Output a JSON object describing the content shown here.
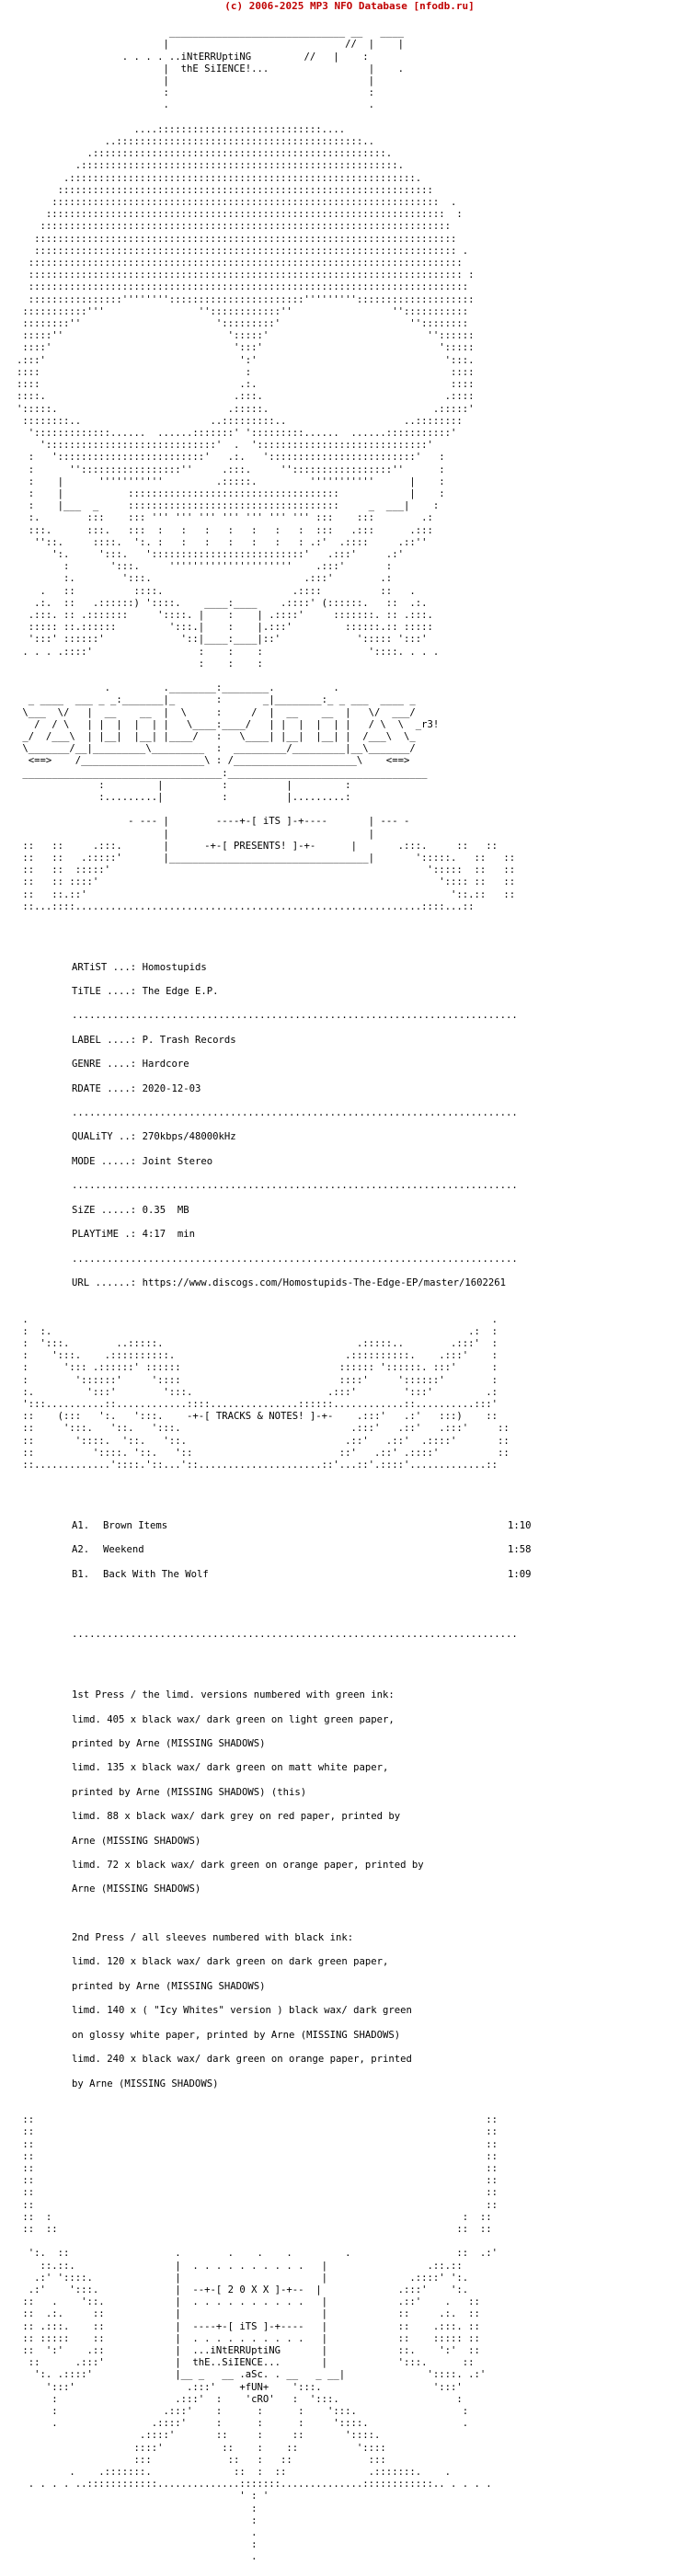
{
  "site": {
    "header": "(c) 2006-2025 MP3 NFO Database [nfodb.ru]"
  },
  "group": {
    "name_top": "..iNtERRUptiNG",
    "name_bottom": "thE SiIENCE!...",
    "footer_name_top": "...iNtERRUptiNG",
    "footer_name_bottom": "thE..SiIENCE...",
    "tags": [
      "aSc.",
      "+fUN+",
      "cRO"
    ]
  },
  "banner_tag": "_r3!",
  "labels": {
    "its": "iTS",
    "presents": "PRESENTS!",
    "tracks_notes": "TRACKS & NOTES!",
    "year": "2 0 X X"
  },
  "release": {
    "artist_label": "ARTiST ...:",
    "artist": "Homostupids",
    "title_label": "TiTLE ....:",
    "title": "The Edge E.P.",
    "label_label": "LABEL ....:",
    "label": "P. Trash Records",
    "genre_label": "GENRE ....:",
    "genre": "Hardcore",
    "rdate_label": "RDATE ....:",
    "rdate": "2020-12-03",
    "quality_label": "QUALiTY ..:",
    "quality": "270kbps/48000kHz",
    "mode_label": "MODE .....:",
    "mode": "Joint Stereo",
    "size_label": "SiZE .....:",
    "size": "0.35  MB",
    "playtime_label": "PLAYTiME .:",
    "playtime": "4:17  min",
    "url_label": "URL ......:",
    "url": "https://www.discogs.com/Homostupids-The-Edge-EP/master/1602261"
  },
  "tracks": [
    {
      "num": "A1.",
      "name": "Brown Items",
      "duration": "1:10"
    },
    {
      "num": "A2.",
      "name": "Weekend",
      "duration": "1:58"
    },
    {
      "num": "B1.",
      "name": "Back With The Wolf",
      "duration": "1:09"
    }
  ],
  "notes": {
    "first_press": [
      "1st Press / the limd. versions numbered with green ink:",
      "limd. 405 x black wax/ dark green on light green paper,",
      "printed by Arne (MISSING SHADOWS)",
      "limd. 135 x black wax/ dark green on matt white paper,",
      "printed by Arne (MISSING SHADOWS) (this)",
      "limd. 88 x black wax/ dark grey on red paper, printed by",
      "Arne (MISSING SHADOWS)",
      "limd. 72 x black wax/ dark green on orange paper, printed by",
      "Arne (MISSING SHADOWS)"
    ],
    "second_press": [
      "2nd Press / all sleeves numbered with black ink:",
      "limd. 120 x black wax/ dark green on dark green paper,",
      "printed by Arne (MISSING SHADOWS)",
      "limd. 140 x ( \"Icy Whites\" version ) black wax/ dark green",
      "on glossy white paper, printed by Arne (MISSING SHADOWS)",
      "limd. 240 x black wax/ dark green on orange paper, printed",
      "by Arne (MISSING SHADOWS)"
    ]
  }
}
